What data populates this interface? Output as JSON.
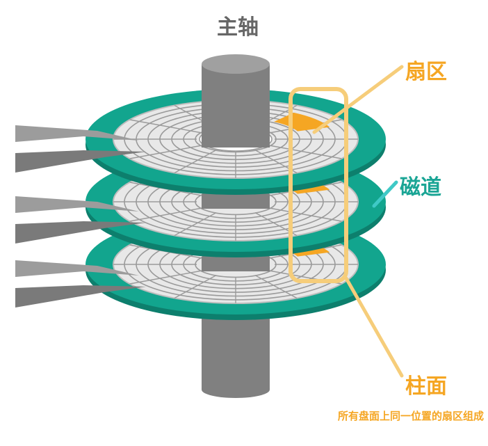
{
  "labels": {
    "spindle": "主轴",
    "sector": "扇区",
    "track": "磁道",
    "cylinder": "柱面",
    "cylinder_note": "所有盘面上同一位置的扇区组成"
  },
  "colors": {
    "teal": "#12a58e",
    "platter": "#e8e8e8",
    "platter_lines": "#9a9a9a",
    "spindle": "#808080",
    "spindle_top": "#a0a0a0",
    "arm": "#9c9c9c",
    "arm_dark": "#7a7a7a",
    "sector": "#f5a623",
    "highlight": "#f6cd7a",
    "text_gray": "#666666",
    "text_orange": "#f5a623",
    "text_teal": "#1aa595"
  }
}
